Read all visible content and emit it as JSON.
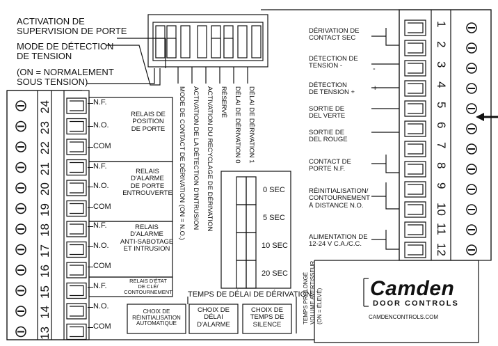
{
  "top_left": {
    "line1": "ACTIVATION DE",
    "line2": "SUPERVISION DE PORTE",
    "line3": "MODE DE DÉTECTION",
    "line4": "DE TENSION",
    "line5": "(ON = NORMALEMENT",
    "line6": "SOUS TENSION)"
  },
  "dip_labels": [
    "MODE DE CONTACT DE DÉRIVATION (ON = N.O.)",
    "ACTIVATION DE LA DÉTECTION D'INTRUSION",
    "ACTIVATION DU RECYCLAGE DE DÉRIVATION",
    "RÉSERVÉ",
    "DÉLAI DE DÉRIVATION 0",
    "DÉLAI DE DÉRIVATION 1"
  ],
  "right_labels": {
    "dc1": "DÉRIVATION DE",
    "dc2": "CONTACT SEC",
    "tn1": "DÉTECTION DE",
    "tn2": "TENSION -",
    "minus": "-",
    "tp1": "DÉTECTION",
    "tp2": "DE TENSION +",
    "plus": "+",
    "dv1": "SORTIE DE",
    "dv2": "DEL VERTE",
    "dr1": "SORTIE DE",
    "dr2": "DEL ROUGE",
    "cp1": "CONTACT DE",
    "cp2": "PORTE N.F.",
    "re1": "RÉINITIALISATION/",
    "re2": "CONTOURNEMENT",
    "re3": "À DISTANCE N.O.",
    "al1": "ALIMENTATION DE",
    "al2": "12-24 V C.A./C.C."
  },
  "right_terminal_numbers": [
    "1",
    "2",
    "3",
    "4",
    "5",
    "6",
    "7",
    "8",
    "9",
    "10",
    "11",
    "12"
  ],
  "left_terminal_numbers": [
    "24",
    "23",
    "22",
    "21",
    "20",
    "19",
    "18",
    "17",
    "16",
    "15",
    "14",
    "13"
  ],
  "contact_labels": [
    "N.F.",
    "N.O.",
    "COM",
    "N.F.",
    "N.O.",
    "COM",
    "N.F.",
    "N.O.",
    "COM",
    "N.F.",
    "N.O.",
    "COM"
  ],
  "relays": {
    "r1_1": "RELAIS DE",
    "r1_2": "POSITION",
    "r1_3": "DE PORTE",
    "r2_1": "RELAIS",
    "r2_2": "D'ALARME",
    "r2_3": "DE PORTE",
    "r2_4": "ENTROUVERTE",
    "r3_1": "RELAIS",
    "r3_2": "D'ALARME",
    "r3_3": "ANTI-SABOTAGE",
    "r3_4": "ET INTRUSION",
    "r4_1": "RELAIS D'ÉTAT",
    "r4_2": "DE CLÉ/",
    "r4_3": "CONTOURNEMENT"
  },
  "delay_switch": {
    "title": "TEMPS DE DÉLAI DE DÉRIVATION",
    "options": [
      "0 SEC",
      "5 SEC",
      "10 SEC",
      "20 SEC"
    ]
  },
  "bottom_boxes": {
    "b1_1": "CHOIX DE",
    "b1_2": "RÉINITIALISATION",
    "b1_3": "AUTOMATIQUE",
    "b2_1": "CHOIX DE",
    "b2_2": "DÉLAI",
    "b2_3": "D'ALARME",
    "b3_1": "CHOIX DE",
    "b3_2": "TEMPS DE",
    "b3_3": "SILENCE"
  },
  "extended": [
    "TEMPS PROLONGÉ",
    "VOLUME AVERTISSEUR",
    "(ON = ÉLEVÉ)"
  ],
  "brand": {
    "name": "Camden",
    "tagline": "DOOR CONTROLS",
    "url": "CAMDENCONTROLS.COM"
  }
}
